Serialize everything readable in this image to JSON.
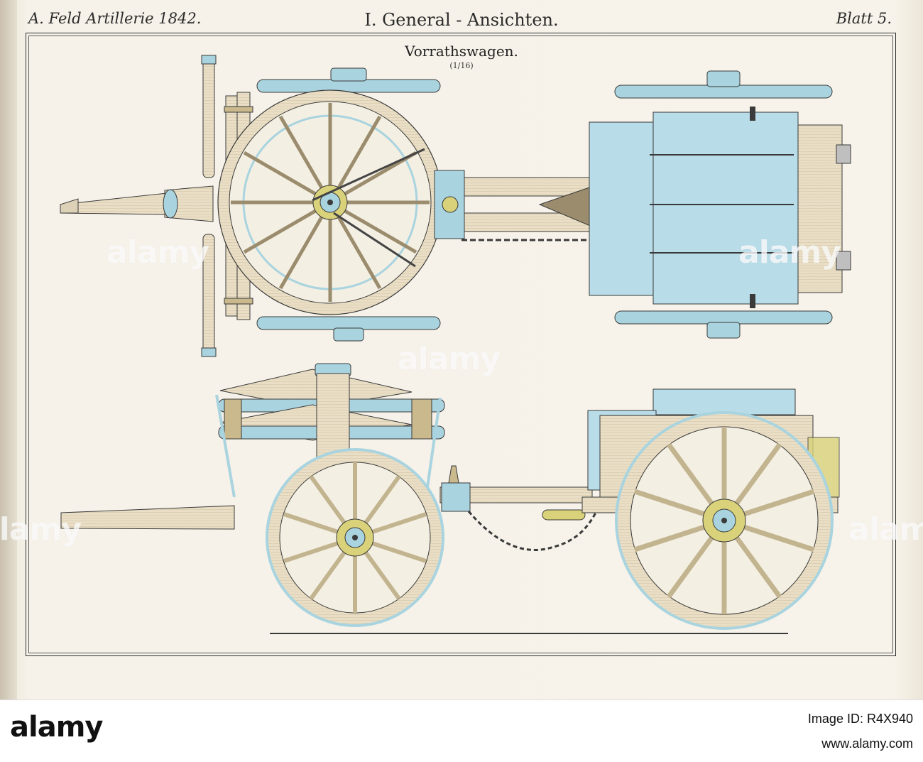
{
  "header": {
    "left": "A. Feld Artillerie 1842.",
    "center": "I. General - Ansichten.",
    "right": "Blatt 5."
  },
  "plate": {
    "title": "Vorrathswagen.",
    "scale": "(1/16)"
  },
  "watermark": {
    "text": "alamy"
  },
  "footer": {
    "logo": "alamy",
    "image_id": "Image ID: R4X940",
    "url": "www.alamy.com"
  },
  "colors": {
    "paper": "#f6f2e9",
    "wood": "#eadfc6",
    "steel_blue": "#a9d4df",
    "box_blue": "#b8dce8",
    "brass": "#d9d27a",
    "ink": "#3a3a3a"
  },
  "icons": [
    "alamy-logo"
  ]
}
